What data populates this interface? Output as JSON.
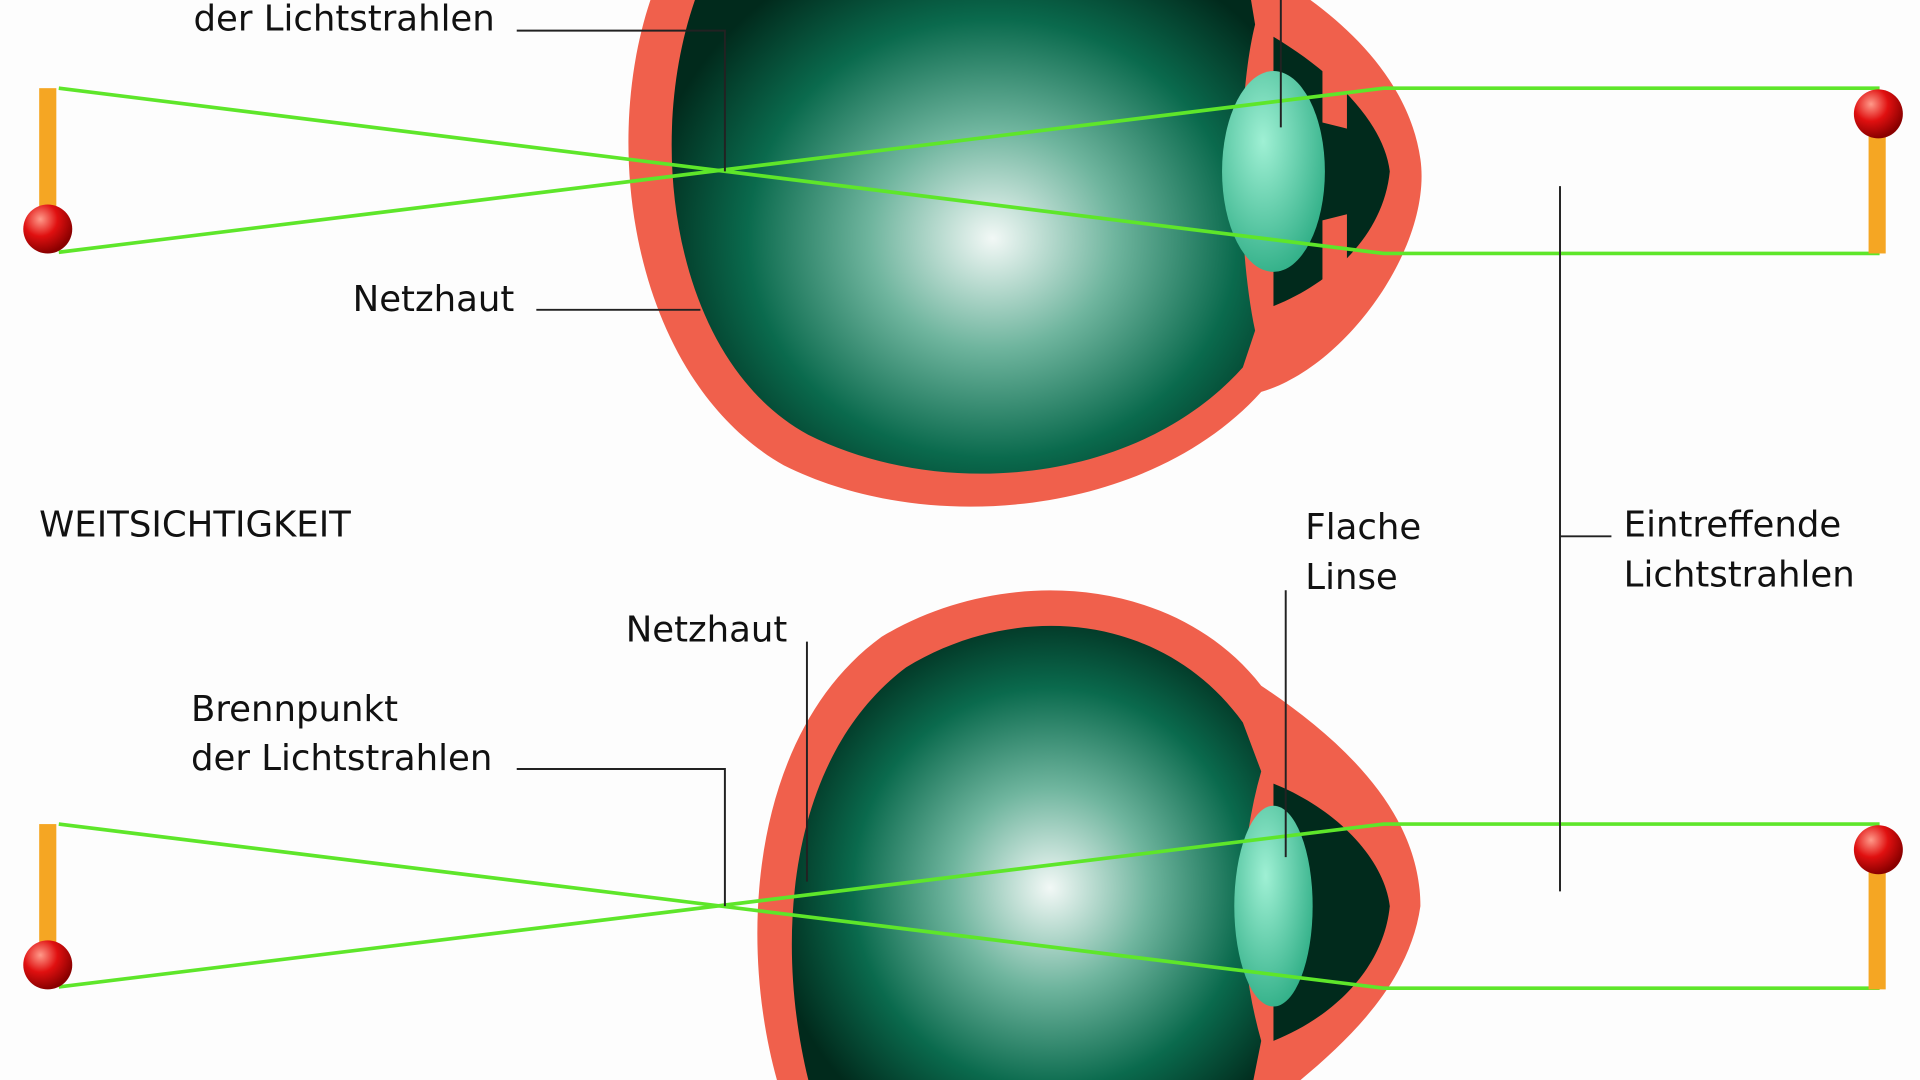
{
  "top_diagram": {
    "focus_label_line2": "der Lichtstrahlen",
    "retina_label": "Netzhaut"
  },
  "bottom_diagram": {
    "title": "WEITSICHTIGKEIT",
    "lens_label_line1": "Flache",
    "lens_label_line2": "Linse",
    "incoming_label_line1": "Eintreffende",
    "incoming_label_line2": "Lichtstrahlen",
    "retina_label": "Netzhaut",
    "focus_label_line1": "Brennpunkt",
    "focus_label_line2": "der Lichtstrahlen"
  },
  "colors": {
    "sclera": "#f0604c",
    "ray": "#5ee62a",
    "object": "#f5a623",
    "ball": "#e01010",
    "lens": "#3fc9a0"
  }
}
